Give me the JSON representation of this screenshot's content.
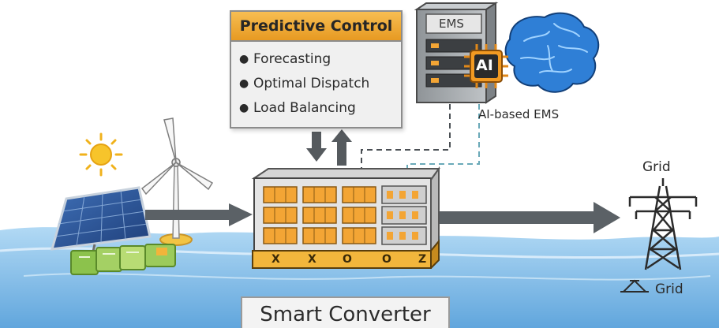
{
  "predictive_control": {
    "title": "Predictive Control",
    "items": [
      "Forecasting",
      "Optimal Dispatch",
      "Load Balancing"
    ]
  },
  "ems": {
    "rack_label": "EMS",
    "chip_label": "AI",
    "caption": "AI-based EMS"
  },
  "converter": {
    "label": "Smart Converter",
    "base_marks": [
      "X",
      "X",
      "O",
      "O",
      "Z"
    ]
  },
  "grid": {
    "top_label": "Grid",
    "bottom_label": "Grid"
  },
  "colors": {
    "accent_orange": "#f3a535",
    "water_blue": "#6fb3e6",
    "arrow_gray": "#5b6166",
    "link_teal": "#6aa9b8"
  },
  "icons": {
    "sun": "sun-icon",
    "wind": "wind-turbine-icon",
    "solar": "solar-panel-icon",
    "battery": "battery-module-icon",
    "brain": "brain-icon",
    "tower": "transmission-tower-icon",
    "grid_symbol": "grid-symbol-icon"
  }
}
